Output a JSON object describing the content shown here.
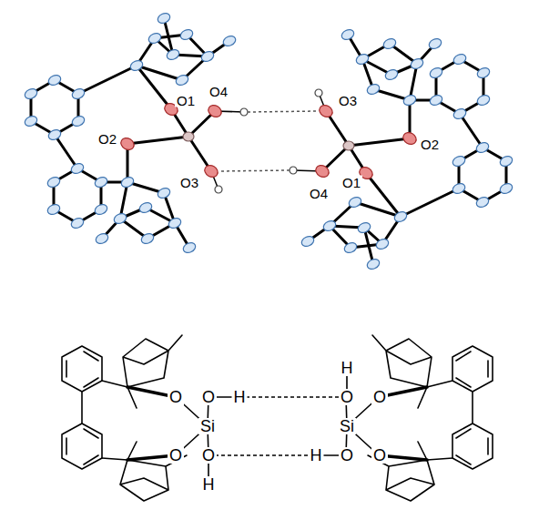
{
  "diagram": {
    "labels": [
      "O2",
      "O1",
      "O4",
      "O3",
      "O2",
      "O1",
      "O3",
      "O4",
      "H",
      "O",
      "O",
      "H",
      "O",
      "O",
      "Si",
      "Si",
      "O",
      "O",
      "H",
      "O",
      "O",
      "H"
    ]
  }
}
